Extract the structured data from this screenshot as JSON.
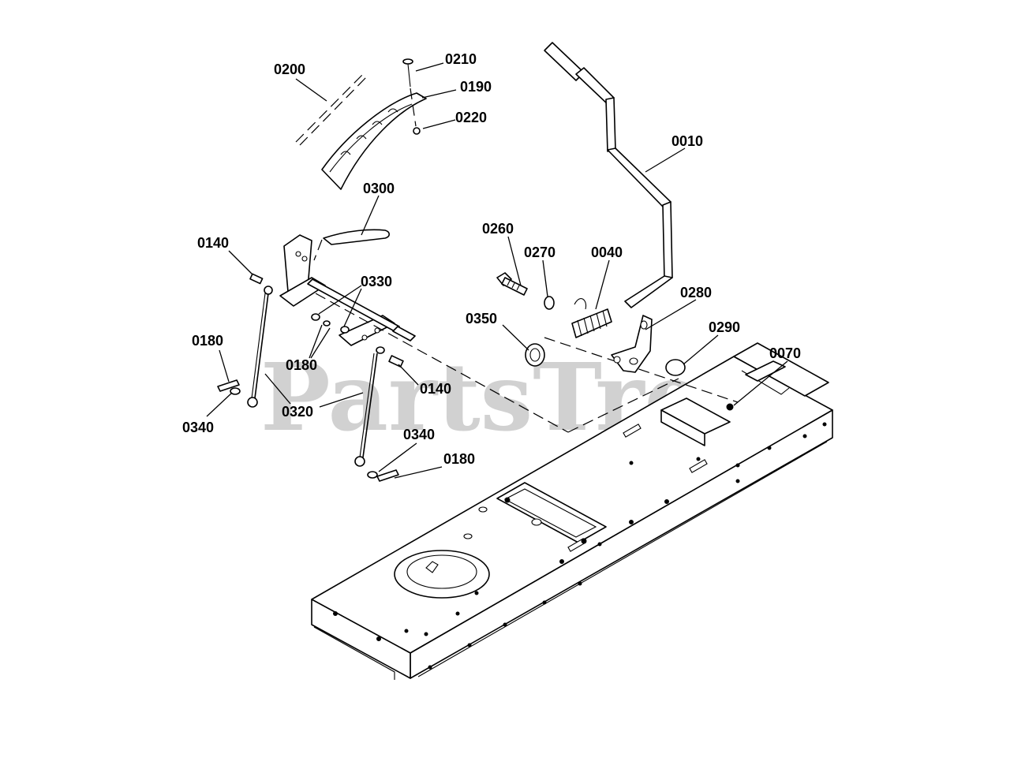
{
  "watermark": "PartsTree",
  "callouts": [
    {
      "id": "0200",
      "label": "0200"
    },
    {
      "id": "0210",
      "label": "0210"
    },
    {
      "id": "0190",
      "label": "0190"
    },
    {
      "id": "0220",
      "label": "0220"
    },
    {
      "id": "0300",
      "label": "0300"
    },
    {
      "id": "0010",
      "label": "0010"
    },
    {
      "id": "0140a",
      "label": "0140"
    },
    {
      "id": "0330",
      "label": "0330"
    },
    {
      "id": "0260",
      "label": "0260"
    },
    {
      "id": "0270",
      "label": "0270"
    },
    {
      "id": "0040",
      "label": "0040"
    },
    {
      "id": "0280",
      "label": "0280"
    },
    {
      "id": "0350",
      "label": "0350"
    },
    {
      "id": "0290",
      "label": "0290"
    },
    {
      "id": "0070",
      "label": "0070"
    },
    {
      "id": "0180a",
      "label": "0180"
    },
    {
      "id": "0180b",
      "label": "0180"
    },
    {
      "id": "0140b",
      "label": "0140"
    },
    {
      "id": "0320",
      "label": "0320"
    },
    {
      "id": "0340a",
      "label": "0340"
    },
    {
      "id": "0340b",
      "label": "0340"
    },
    {
      "id": "0180c",
      "label": "0180"
    }
  ]
}
